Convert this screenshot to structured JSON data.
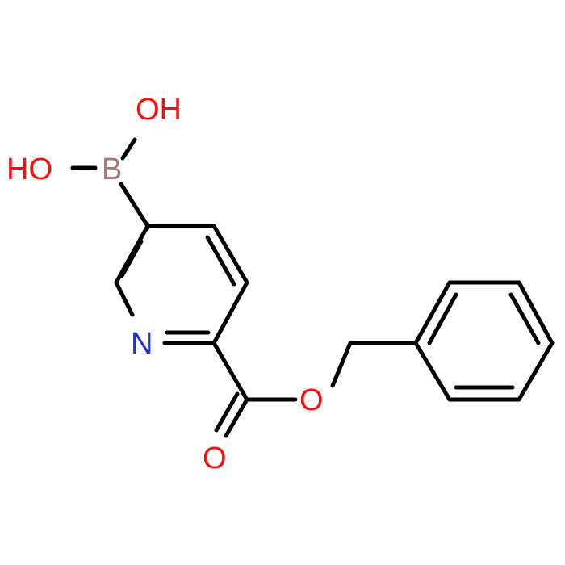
{
  "molecule": {
    "atoms": {
      "oh_top": {
        "text": "OH",
        "color": "#ff0d0d"
      },
      "oh_left": {
        "text": "HO",
        "color": "#ff0d0d"
      },
      "boron": {
        "text": "B",
        "color": "#a07878"
      },
      "nitrogen": {
        "text": "N",
        "color": "#1d2fe0"
      },
      "carbonyl_o": {
        "text": "O",
        "color": "#ff0d0d"
      },
      "ester_o": {
        "text": "O",
        "color": "#ff0d0d"
      }
    },
    "bond_color": "#000000"
  }
}
